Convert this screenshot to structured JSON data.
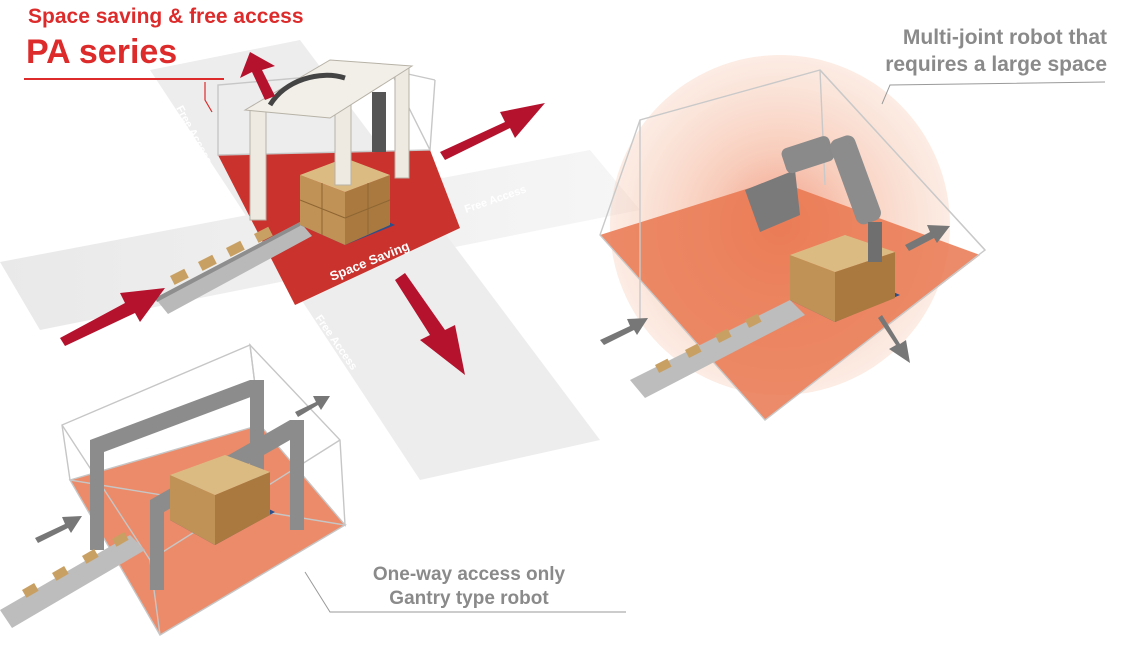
{
  "pa_series": {
    "subtitle": "Space saving & free access",
    "title": "PA series",
    "free_access_label": "Free Access",
    "space_saving_label": "Space Saving"
  },
  "multi_joint": {
    "caption_line1": "Multi-joint robot that",
    "caption_line2": "requires a large space"
  },
  "gantry": {
    "caption_line1": "One-way access only",
    "caption_line2": "Gantry type robot"
  },
  "colors": {
    "accent_red": "#dd2b2b",
    "arrow_red": "#b5122e",
    "floor_red": "#c9322d",
    "floor_orange": "#e9774f",
    "caption_gray": "#8a8a8a",
    "box_tan": "#c9a063",
    "pallet_blue": "#2c4f8c"
  }
}
